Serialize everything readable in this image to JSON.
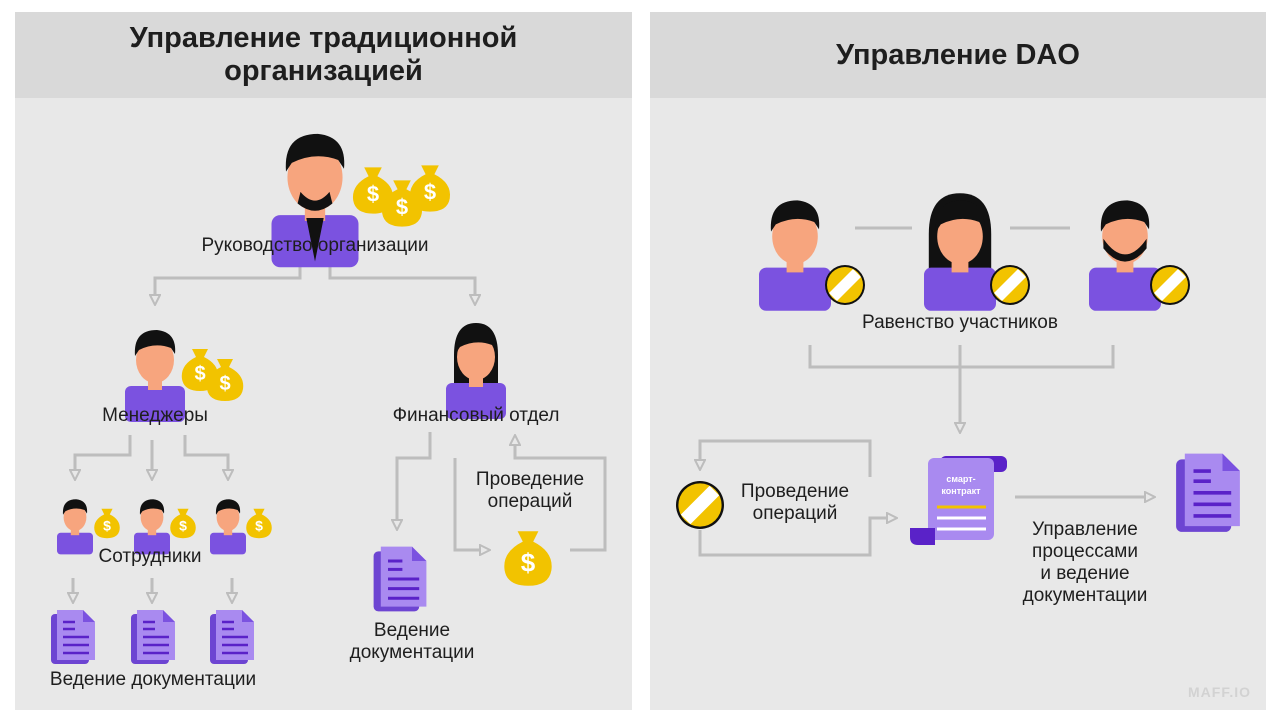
{
  "left_panel": {
    "title_line1": "Управление традиционной",
    "title_line2": "организацией",
    "leadership_label": "Руководство организации",
    "managers_label": "Менеджеры",
    "finance_label": "Финансовый отдел",
    "employees_label": "Сотрудники",
    "docs_label": "Ведение документации",
    "finance_docs_line1": "Ведение",
    "finance_docs_line2": "документации",
    "operations_line1": "Проведение",
    "operations_line2": "операций"
  },
  "right_panel": {
    "title": "Управление DAO",
    "equality_label": "Равенство участников",
    "operations_line1": "Проведение",
    "operations_line2": "операций",
    "smart_contract_line1": "смарт-",
    "smart_contract_line2": "контракт",
    "management_line1": "Управление",
    "management_line2": "процессами",
    "management_line3": "и ведение",
    "management_line4": "документации"
  },
  "watermark": "MAFF.IO",
  "colors": {
    "purple": "#7b52e0",
    "dark_purple": "#5a22c8",
    "light_purple": "#a98af0",
    "gold": "#f2c300",
    "arrow": "#bdbdbd",
    "skin": "#f7a57e"
  }
}
